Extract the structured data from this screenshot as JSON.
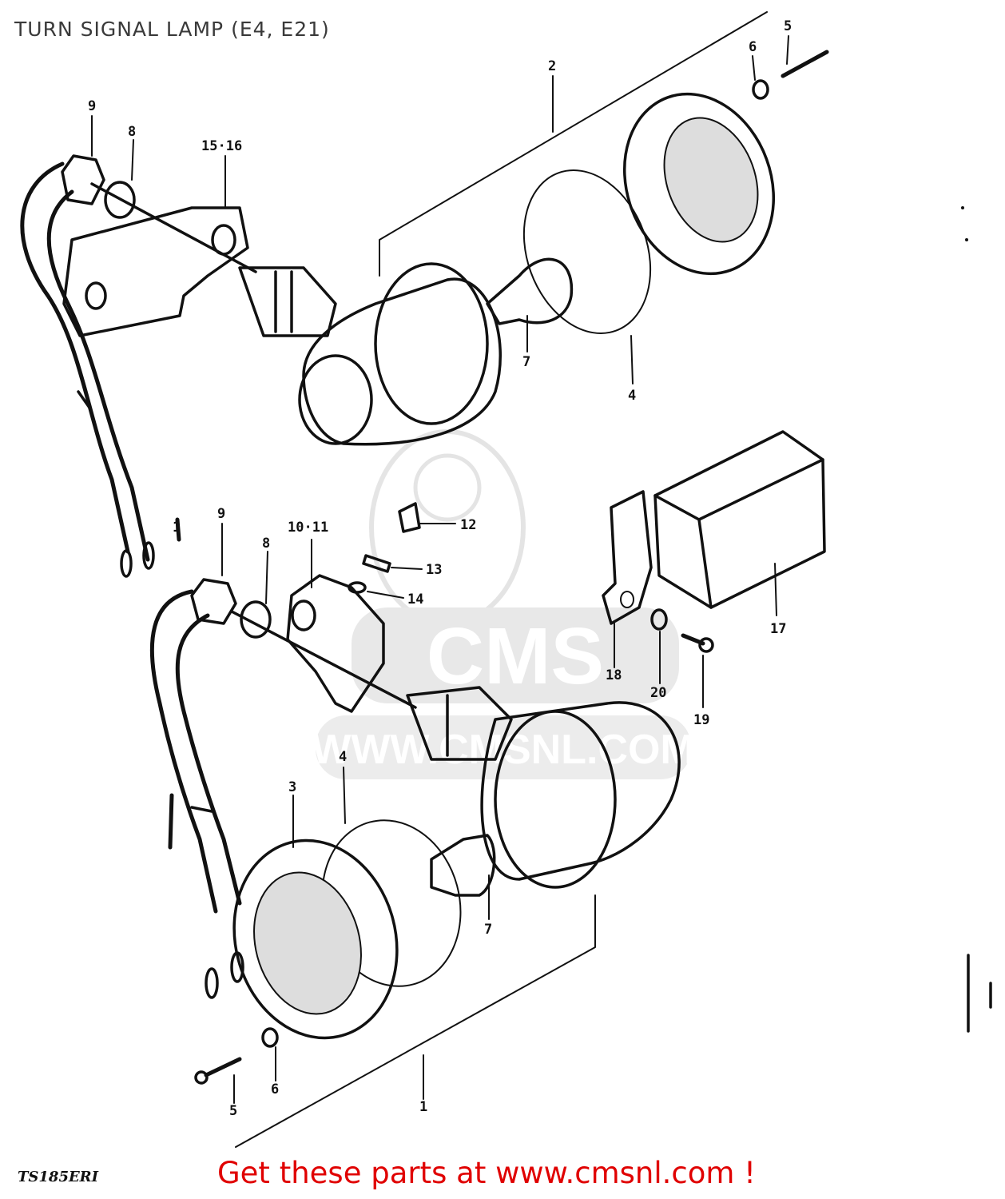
{
  "title": "TURN SIGNAL LAMP (E4, E21)",
  "reference_code": "TS185ERI",
  "promo_text": "Get these parts at www.cmsnl.com !",
  "watermark": {
    "logo_text": "CMS",
    "url_text": "WWW.CMSNL.COM"
  },
  "callouts": [
    {
      "id": "c-1-top",
      "label": "1"
    },
    {
      "id": "c-2",
      "label": "2"
    },
    {
      "id": "c-4-top",
      "label": "4"
    },
    {
      "id": "c-5-top",
      "label": "5"
    },
    {
      "id": "c-6-top",
      "label": "6"
    },
    {
      "id": "c-7-top",
      "label": "7"
    },
    {
      "id": "c-8-top",
      "label": "8"
    },
    {
      "id": "c-9-top",
      "label": "9"
    },
    {
      "id": "c-15-16",
      "label": "15·16"
    },
    {
      "id": "c-9-bottom",
      "label": "9"
    },
    {
      "id": "c-8-bottom",
      "label": "8"
    },
    {
      "id": "c-10-11",
      "label": "10·11"
    },
    {
      "id": "c-12",
      "label": "12"
    },
    {
      "id": "c-13",
      "label": "13"
    },
    {
      "id": "c-14",
      "label": "14"
    },
    {
      "id": "c-17",
      "label": "17"
    },
    {
      "id": "c-18",
      "label": "18"
    },
    {
      "id": "c-19",
      "label": "19"
    },
    {
      "id": "c-20",
      "label": "20"
    },
    {
      "id": "c-3",
      "label": "3"
    },
    {
      "id": "c-4-bottom",
      "label": "4"
    },
    {
      "id": "c-7-bottom",
      "label": "7"
    },
    {
      "id": "c-6-bottom",
      "label": "6"
    },
    {
      "id": "c-5-bottom",
      "label": "5"
    },
    {
      "id": "c-1-bottom",
      "label": "1"
    }
  ],
  "colors": {
    "line": "#111111",
    "promo": "#e00000",
    "watermark": "#cccccc"
  }
}
